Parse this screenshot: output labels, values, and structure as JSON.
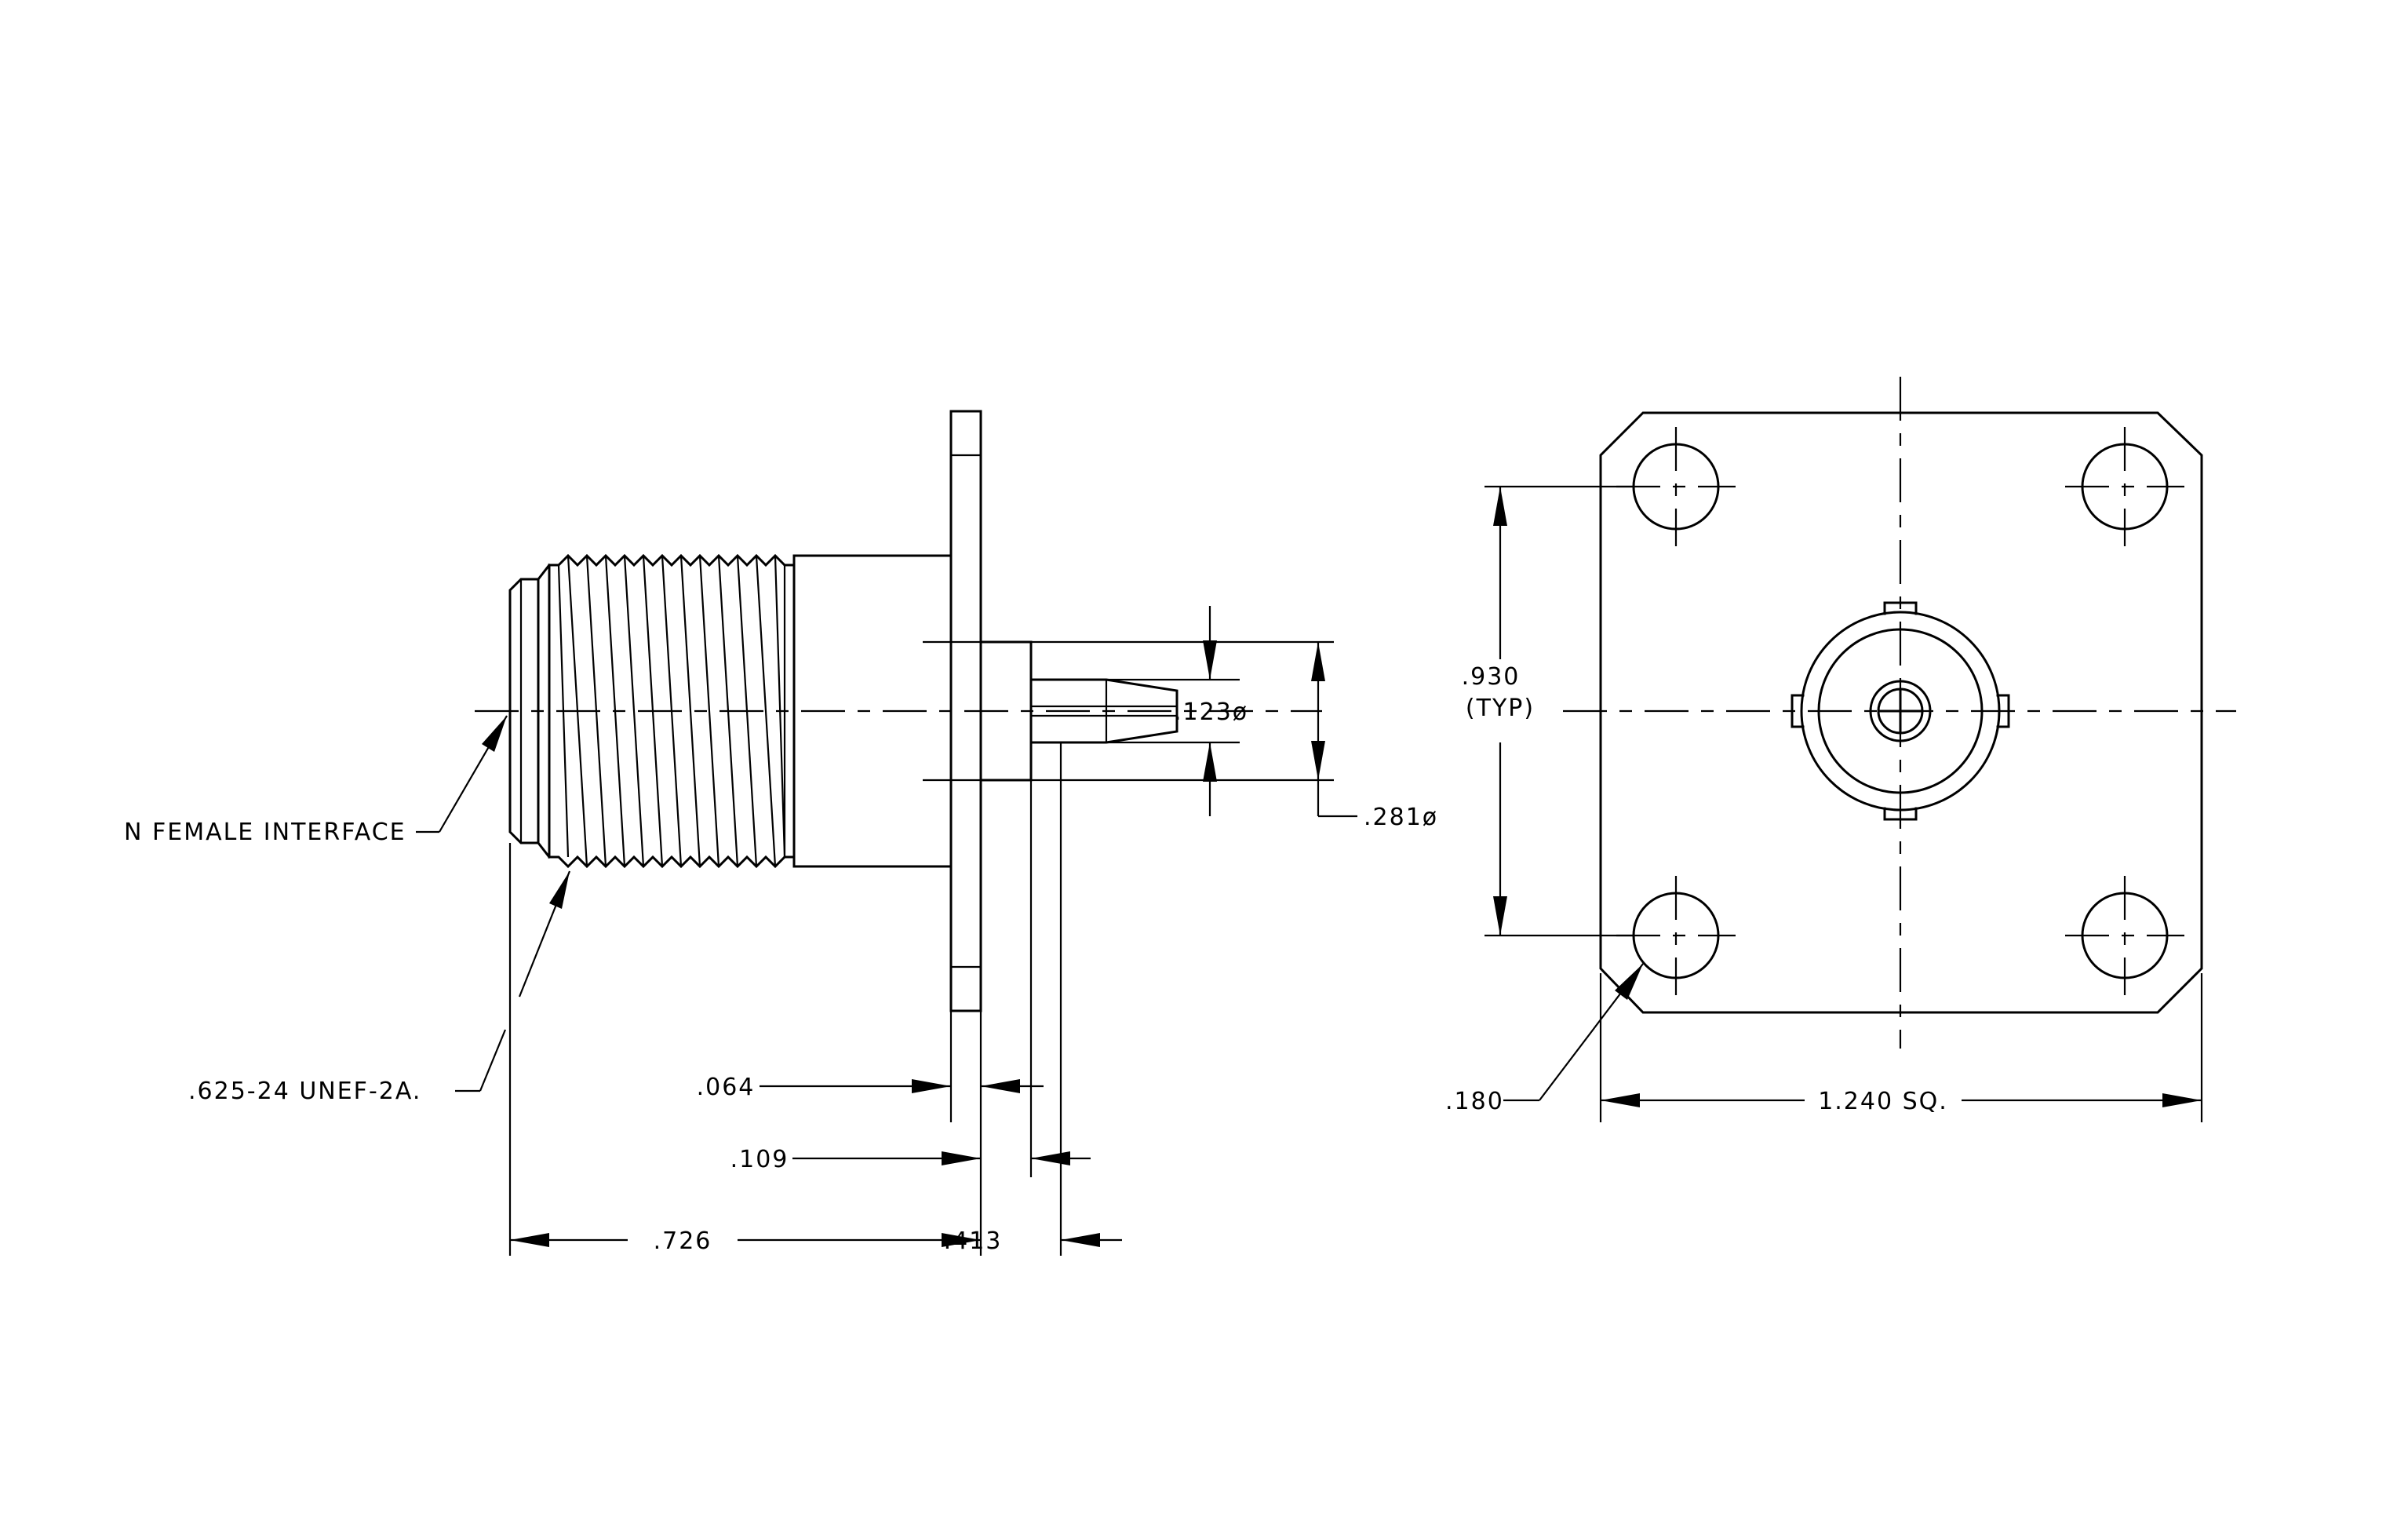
{
  "side_view": {
    "interface_label": "N FEMALE INTERFACE",
    "thread_label": ".625-24 UNEF-2A.",
    "pin_dia_label": ".123ø",
    "dielectric_dia_label": ".281ø",
    "flange_thk_label": ".064",
    "step_label": ".109",
    "body_length_label": ".726",
    "pin_length_label": ".413"
  },
  "end_view": {
    "hole_spacing_label": ".930",
    "hole_spacing_note": "(TYP)",
    "hole_dia_label": ".180",
    "flange_size_label": "1.240 SQ."
  }
}
